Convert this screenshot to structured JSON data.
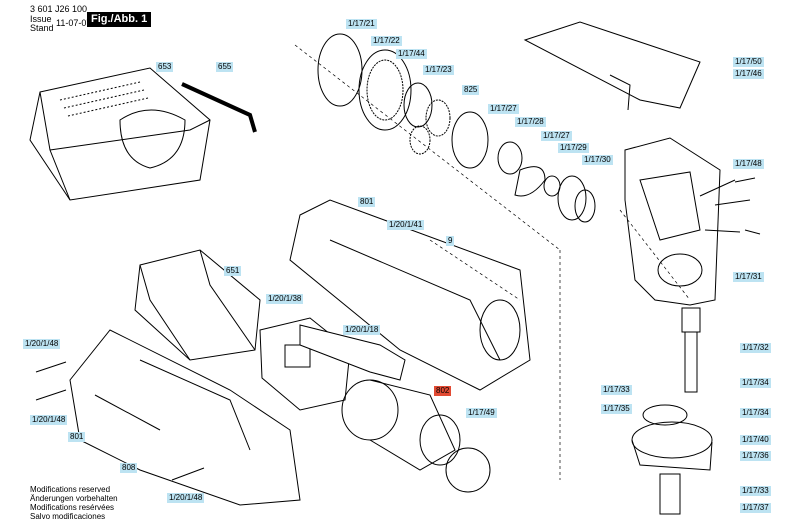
{
  "header": {
    "part_no": "3 601 J26 100",
    "issue_label": "Issue",
    "stand_label": "Stand",
    "date": "11-07-07",
    "figure": "Fig./Abb. 1"
  },
  "footer": [
    "Modifications reserved",
    "Änderungen vorbehalten",
    "Modifications resérvées",
    "Salvo modificaciones"
  ],
  "callouts": [
    {
      "id": "c1",
      "text": "1/17/21",
      "highlight": false
    },
    {
      "id": "c2",
      "text": "1/17/22",
      "highlight": false
    },
    {
      "id": "c3",
      "text": "1/17/44",
      "highlight": false
    },
    {
      "id": "c4",
      "text": "1/17/23",
      "highlight": false
    },
    {
      "id": "c5",
      "text": "825",
      "highlight": false
    },
    {
      "id": "c6",
      "text": "1/17/27",
      "highlight": false
    },
    {
      "id": "c7",
      "text": "1/17/28",
      "highlight": false
    },
    {
      "id": "c8",
      "text": "1/17/27",
      "highlight": false
    },
    {
      "id": "c9",
      "text": "1/17/29",
      "highlight": false
    },
    {
      "id": "c10",
      "text": "1/17/30",
      "highlight": false
    },
    {
      "id": "c11",
      "text": "1/17/50",
      "highlight": false
    },
    {
      "id": "c12",
      "text": "1/17/46",
      "highlight": false
    },
    {
      "id": "c13",
      "text": "653",
      "highlight": false
    },
    {
      "id": "c14",
      "text": "655",
      "highlight": false
    },
    {
      "id": "c15",
      "text": "801",
      "highlight": false
    },
    {
      "id": "c16",
      "text": "1/20/1/41",
      "highlight": false
    },
    {
      "id": "c17",
      "text": "9",
      "highlight": false
    },
    {
      "id": "c18",
      "text": "1/17/48",
      "highlight": false
    },
    {
      "id": "c19",
      "text": "651",
      "highlight": false
    },
    {
      "id": "c20",
      "text": "1/17/31",
      "highlight": false
    },
    {
      "id": "c21",
      "text": "1/20/1/38",
      "highlight": false
    },
    {
      "id": "c22",
      "text": "1/20/1/18",
      "highlight": false
    },
    {
      "id": "c23",
      "text": "1/20/1/48",
      "highlight": false
    },
    {
      "id": "c24",
      "text": "1/17/32",
      "highlight": false
    },
    {
      "id": "c25",
      "text": "802",
      "highlight": true
    },
    {
      "id": "c26",
      "text": "1/17/33",
      "highlight": false
    },
    {
      "id": "c27",
      "text": "1/17/34",
      "highlight": false
    },
    {
      "id": "c28",
      "text": "1/20/1/48",
      "highlight": false
    },
    {
      "id": "c29",
      "text": "1/17/49",
      "highlight": false
    },
    {
      "id": "c30",
      "text": "1/17/35",
      "highlight": false
    },
    {
      "id": "c31",
      "text": "1/17/34",
      "highlight": false
    },
    {
      "id": "c32",
      "text": "801",
      "highlight": false
    },
    {
      "id": "c33",
      "text": "1/17/40",
      "highlight": false
    },
    {
      "id": "c34",
      "text": "1/17/36",
      "highlight": false
    },
    {
      "id": "c35",
      "text": "808",
      "highlight": false
    },
    {
      "id": "c36",
      "text": "1/17/33",
      "highlight": false
    },
    {
      "id": "c37",
      "text": "1/20/1/48",
      "highlight": false
    },
    {
      "id": "c38",
      "text": "1/17/37",
      "highlight": false
    }
  ]
}
